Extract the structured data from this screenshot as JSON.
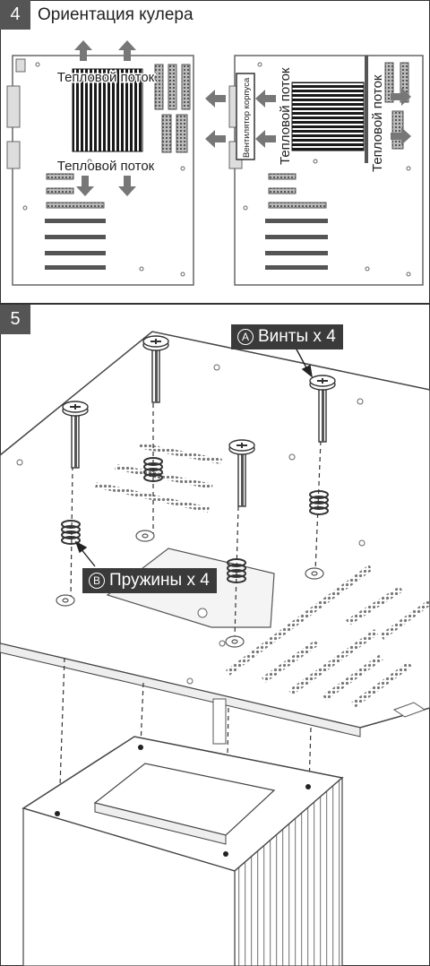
{
  "step4": {
    "number": "4",
    "title": "Ориентация кулера",
    "heat_flow_label": "Тепловой поток",
    "case_fan_label": "Вентилятор корпуса"
  },
  "step5": {
    "number": "5",
    "screws": {
      "letter": "A",
      "label": "Винты х 4"
    },
    "springs": {
      "letter": "B",
      "label": "Пружины х 4"
    }
  }
}
